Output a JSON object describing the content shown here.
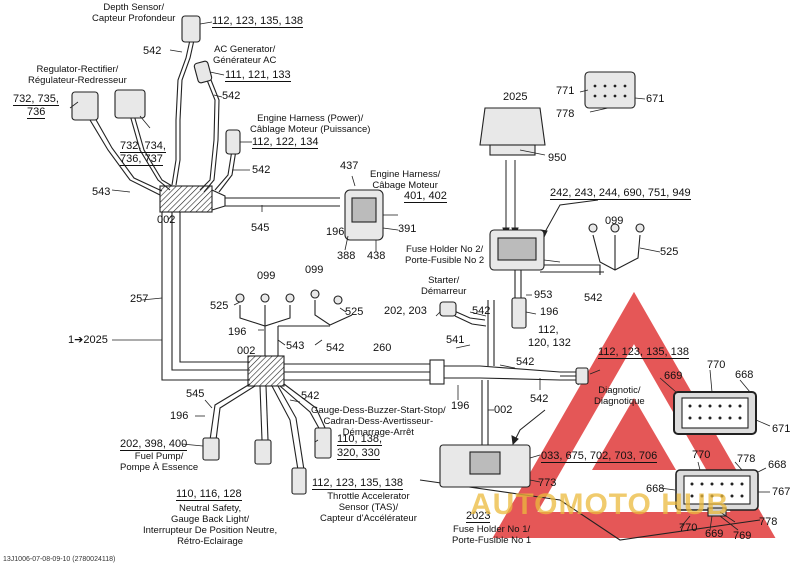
{
  "components": [
    {
      "id": "depth-sensor",
      "text": "Depth Sensor/\nCapteur Profondeur"
    },
    {
      "id": "ac-generator",
      "text": "AC Generator/\nGénérateur AC"
    },
    {
      "id": "regulator",
      "text": "Regulator-Rectifier/\nRégulateur-Redresseur"
    },
    {
      "id": "engine-harness-power",
      "text": "Engine Harness (Power)/\nCâblage Moteur (Puissance)"
    },
    {
      "id": "engine-harness",
      "text": "Engine Harness/\nCâbage Moteur"
    },
    {
      "id": "fuse-holder-2",
      "text": "Fuse Holder No 2/\nPorte-Fusible No 2"
    },
    {
      "id": "starter",
      "text": "Starter/\nDémarreur"
    },
    {
      "id": "diagnostic",
      "text": "Diagnotic/\nDiagnotique"
    },
    {
      "id": "gauge-buzzer",
      "text": "Gauge-Dess-Buzzer-Start-Stop/\nCadran-Dess-Avertisseur-\nDémarrage-Arrêt"
    },
    {
      "id": "fuel-pump",
      "text": "Fuel Pump/\nPompe À Essence"
    },
    {
      "id": "neutral-safety",
      "text": "Neutral Safety,\nGauge Back Light/\nInterrupteur De Position Neutre,\nRétro-Eclairage"
    },
    {
      "id": "throttle-sensor",
      "text": "Throttle Accelerator\nSensor (TAS)/\nCapteur d'Accélérateur"
    },
    {
      "id": "fuse-holder-1",
      "text": "Fuse Holder No 1/\nPorte-Fusible No 1"
    }
  ],
  "callouts": [
    {
      "id": "c1",
      "text": "112, 123, 135, 138",
      "underline": true
    },
    {
      "id": "c2",
      "text": "542"
    },
    {
      "id": "c3",
      "text": "111, 121, 133",
      "underline": true
    },
    {
      "id": "c4",
      "text": "542"
    },
    {
      "id": "c5",
      "text": "732, 735,",
      "underline": true
    },
    {
      "id": "c6",
      "text": "736",
      "underline": true
    },
    {
      "id": "c7",
      "text": "732, 734,",
      "underline": true
    },
    {
      "id": "c8",
      "text": "736, 737",
      "underline": true
    },
    {
      "id": "c9",
      "text": "112, 122, 134",
      "underline": true
    },
    {
      "id": "c10",
      "text": "542"
    },
    {
      "id": "c11",
      "text": "543"
    },
    {
      "id": "c12",
      "text": "002"
    },
    {
      "id": "c13",
      "text": "545"
    },
    {
      "id": "c14",
      "text": "437"
    },
    {
      "id": "c15",
      "text": "401, 402",
      "underline": true
    },
    {
      "id": "c16",
      "text": "196"
    },
    {
      "id": "c17",
      "text": "391"
    },
    {
      "id": "c18",
      "text": "388"
    },
    {
      "id": "c19",
      "text": "438"
    },
    {
      "id": "c20",
      "text": "2025"
    },
    {
      "id": "c21",
      "text": "950"
    },
    {
      "id": "c22",
      "text": "771"
    },
    {
      "id": "c23",
      "text": "671"
    },
    {
      "id": "c24",
      "text": "778"
    },
    {
      "id": "c25",
      "text": "242, 243, 244, 690, 751, 949",
      "underline": true
    },
    {
      "id": "c26",
      "text": "099"
    },
    {
      "id": "c27",
      "text": "525"
    },
    {
      "id": "c28",
      "text": "257"
    },
    {
      "id": "c29",
      "text": "099"
    },
    {
      "id": "c30",
      "text": "099"
    },
    {
      "id": "c31",
      "text": "525"
    },
    {
      "id": "c32",
      "text": "525"
    },
    {
      "id": "c33",
      "text": "196"
    },
    {
      "id": "c34",
      "text": "543"
    },
    {
      "id": "c35",
      "text": "542"
    },
    {
      "id": "c36",
      "text": "002"
    },
    {
      "id": "c37",
      "text": "260"
    },
    {
      "id": "c38",
      "text": "1➔2025"
    },
    {
      "id": "c39",
      "text": "202, 203"
    },
    {
      "id": "c40",
      "text": "542"
    },
    {
      "id": "c41",
      "text": "953"
    },
    {
      "id": "c42",
      "text": "196"
    },
    {
      "id": "c43",
      "text": "542"
    },
    {
      "id": "c44",
      "text": "112,"
    },
    {
      "id": "c45",
      "text": "120, 132"
    },
    {
      "id": "c46",
      "text": "541"
    },
    {
      "id": "c47",
      "text": "542"
    },
    {
      "id": "c48",
      "text": "112, 123, 135, 138",
      "underline": true
    },
    {
      "id": "c49",
      "text": "770"
    },
    {
      "id": "c50",
      "text": "669"
    },
    {
      "id": "c51",
      "text": "668"
    },
    {
      "id": "c52",
      "text": "542"
    },
    {
      "id": "c53",
      "text": "545"
    },
    {
      "id": "c54",
      "text": "542"
    },
    {
      "id": "c55",
      "text": "196"
    },
    {
      "id": "c56",
      "text": "196"
    },
    {
      "id": "c57",
      "text": "002"
    },
    {
      "id": "c58",
      "text": "671"
    },
    {
      "id": "c59",
      "text": "202, 398, 400",
      "underline": true
    },
    {
      "id": "c60",
      "text": "110, 138,",
      "underline": true
    },
    {
      "id": "c61",
      "text": "320, 330",
      "underline": true
    },
    {
      "id": "c62",
      "text": "033, 675, 702, 703, 706",
      "underline": true
    },
    {
      "id": "c63",
      "text": "770"
    },
    {
      "id": "c64",
      "text": "778"
    },
    {
      "id": "c65",
      "text": "668"
    },
    {
      "id": "c66",
      "text": "110, 116, 128",
      "underline": true
    },
    {
      "id": "c67",
      "text": "112, 123, 135, 138",
      "underline": true
    },
    {
      "id": "c68",
      "text": "773"
    },
    {
      "id": "c69",
      "text": "668"
    },
    {
      "id": "c70",
      "text": "767"
    },
    {
      "id": "c71",
      "text": "2023",
      "underline": true
    },
    {
      "id": "c72",
      "text": "778"
    },
    {
      "id": "c73",
      "text": "770"
    },
    {
      "id": "c74",
      "text": "669"
    },
    {
      "id": "c75",
      "text": "769"
    }
  ],
  "footer": "13J1006-07-08-09-10 (2780024118)",
  "watermark": {
    "text": "AUTOMOTO HUB",
    "triangle_color": "#e03a3a",
    "text_color": "#e8b43a"
  },
  "colors": {
    "line": "#111111",
    "wire": "#444444",
    "hatch": "#222222"
  }
}
